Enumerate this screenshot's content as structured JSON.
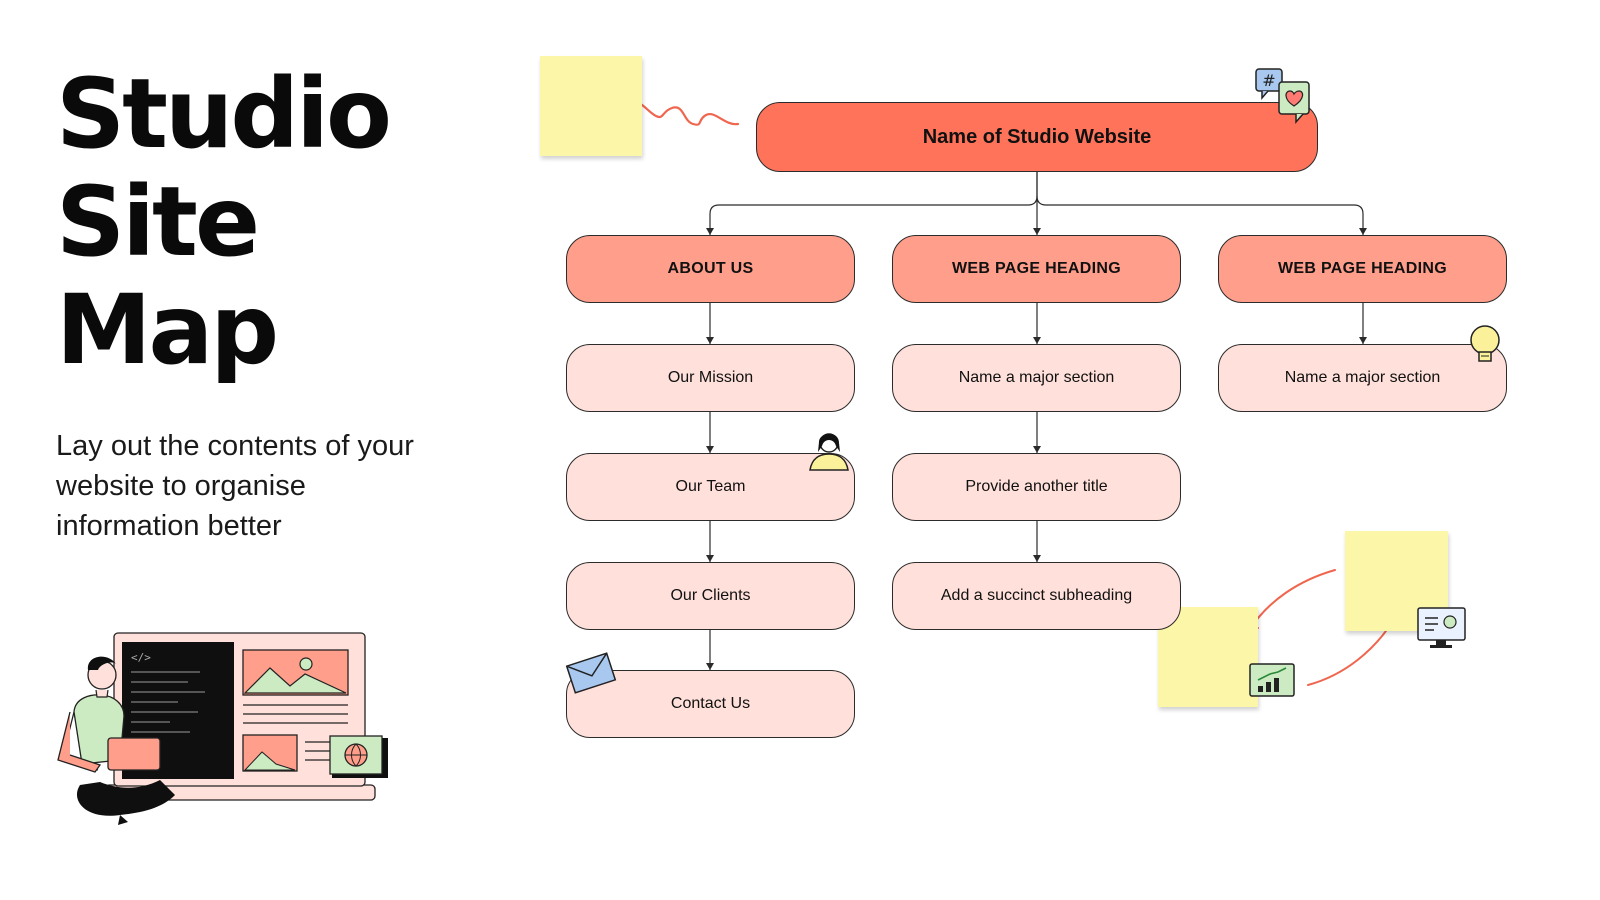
{
  "title": {
    "line1": "Studio",
    "line2": "Site",
    "line3": "Map"
  },
  "subtitle": "Lay out the contents of your website to organise information better",
  "root": {
    "label": "Name of Studio Website"
  },
  "columns": [
    {
      "heading": "ABOUT US",
      "items": [
        "Our Mission",
        "Our Team",
        "Our Clients",
        "Contact Us"
      ]
    },
    {
      "heading": "WEB PAGE HEADING",
      "items": [
        "Name a major section",
        "Provide another title",
        "Add a succinct subheading"
      ]
    },
    {
      "heading": "WEB PAGE HEADING",
      "items": [
        "Name a major section"
      ]
    }
  ],
  "colors": {
    "root": "#ff735a",
    "heading": "#ff9e8b",
    "item": "#ffe0da",
    "sticky": "#fbf6a8",
    "accent": "#f0654d"
  },
  "icons": [
    "hashtag-chat-icon",
    "heart-chat-icon",
    "lightbulb-icon",
    "person-avatar-icon",
    "envelope-icon",
    "growth-chart-icon",
    "dashboard-monitor-icon",
    "developer-laptop-illustration"
  ]
}
